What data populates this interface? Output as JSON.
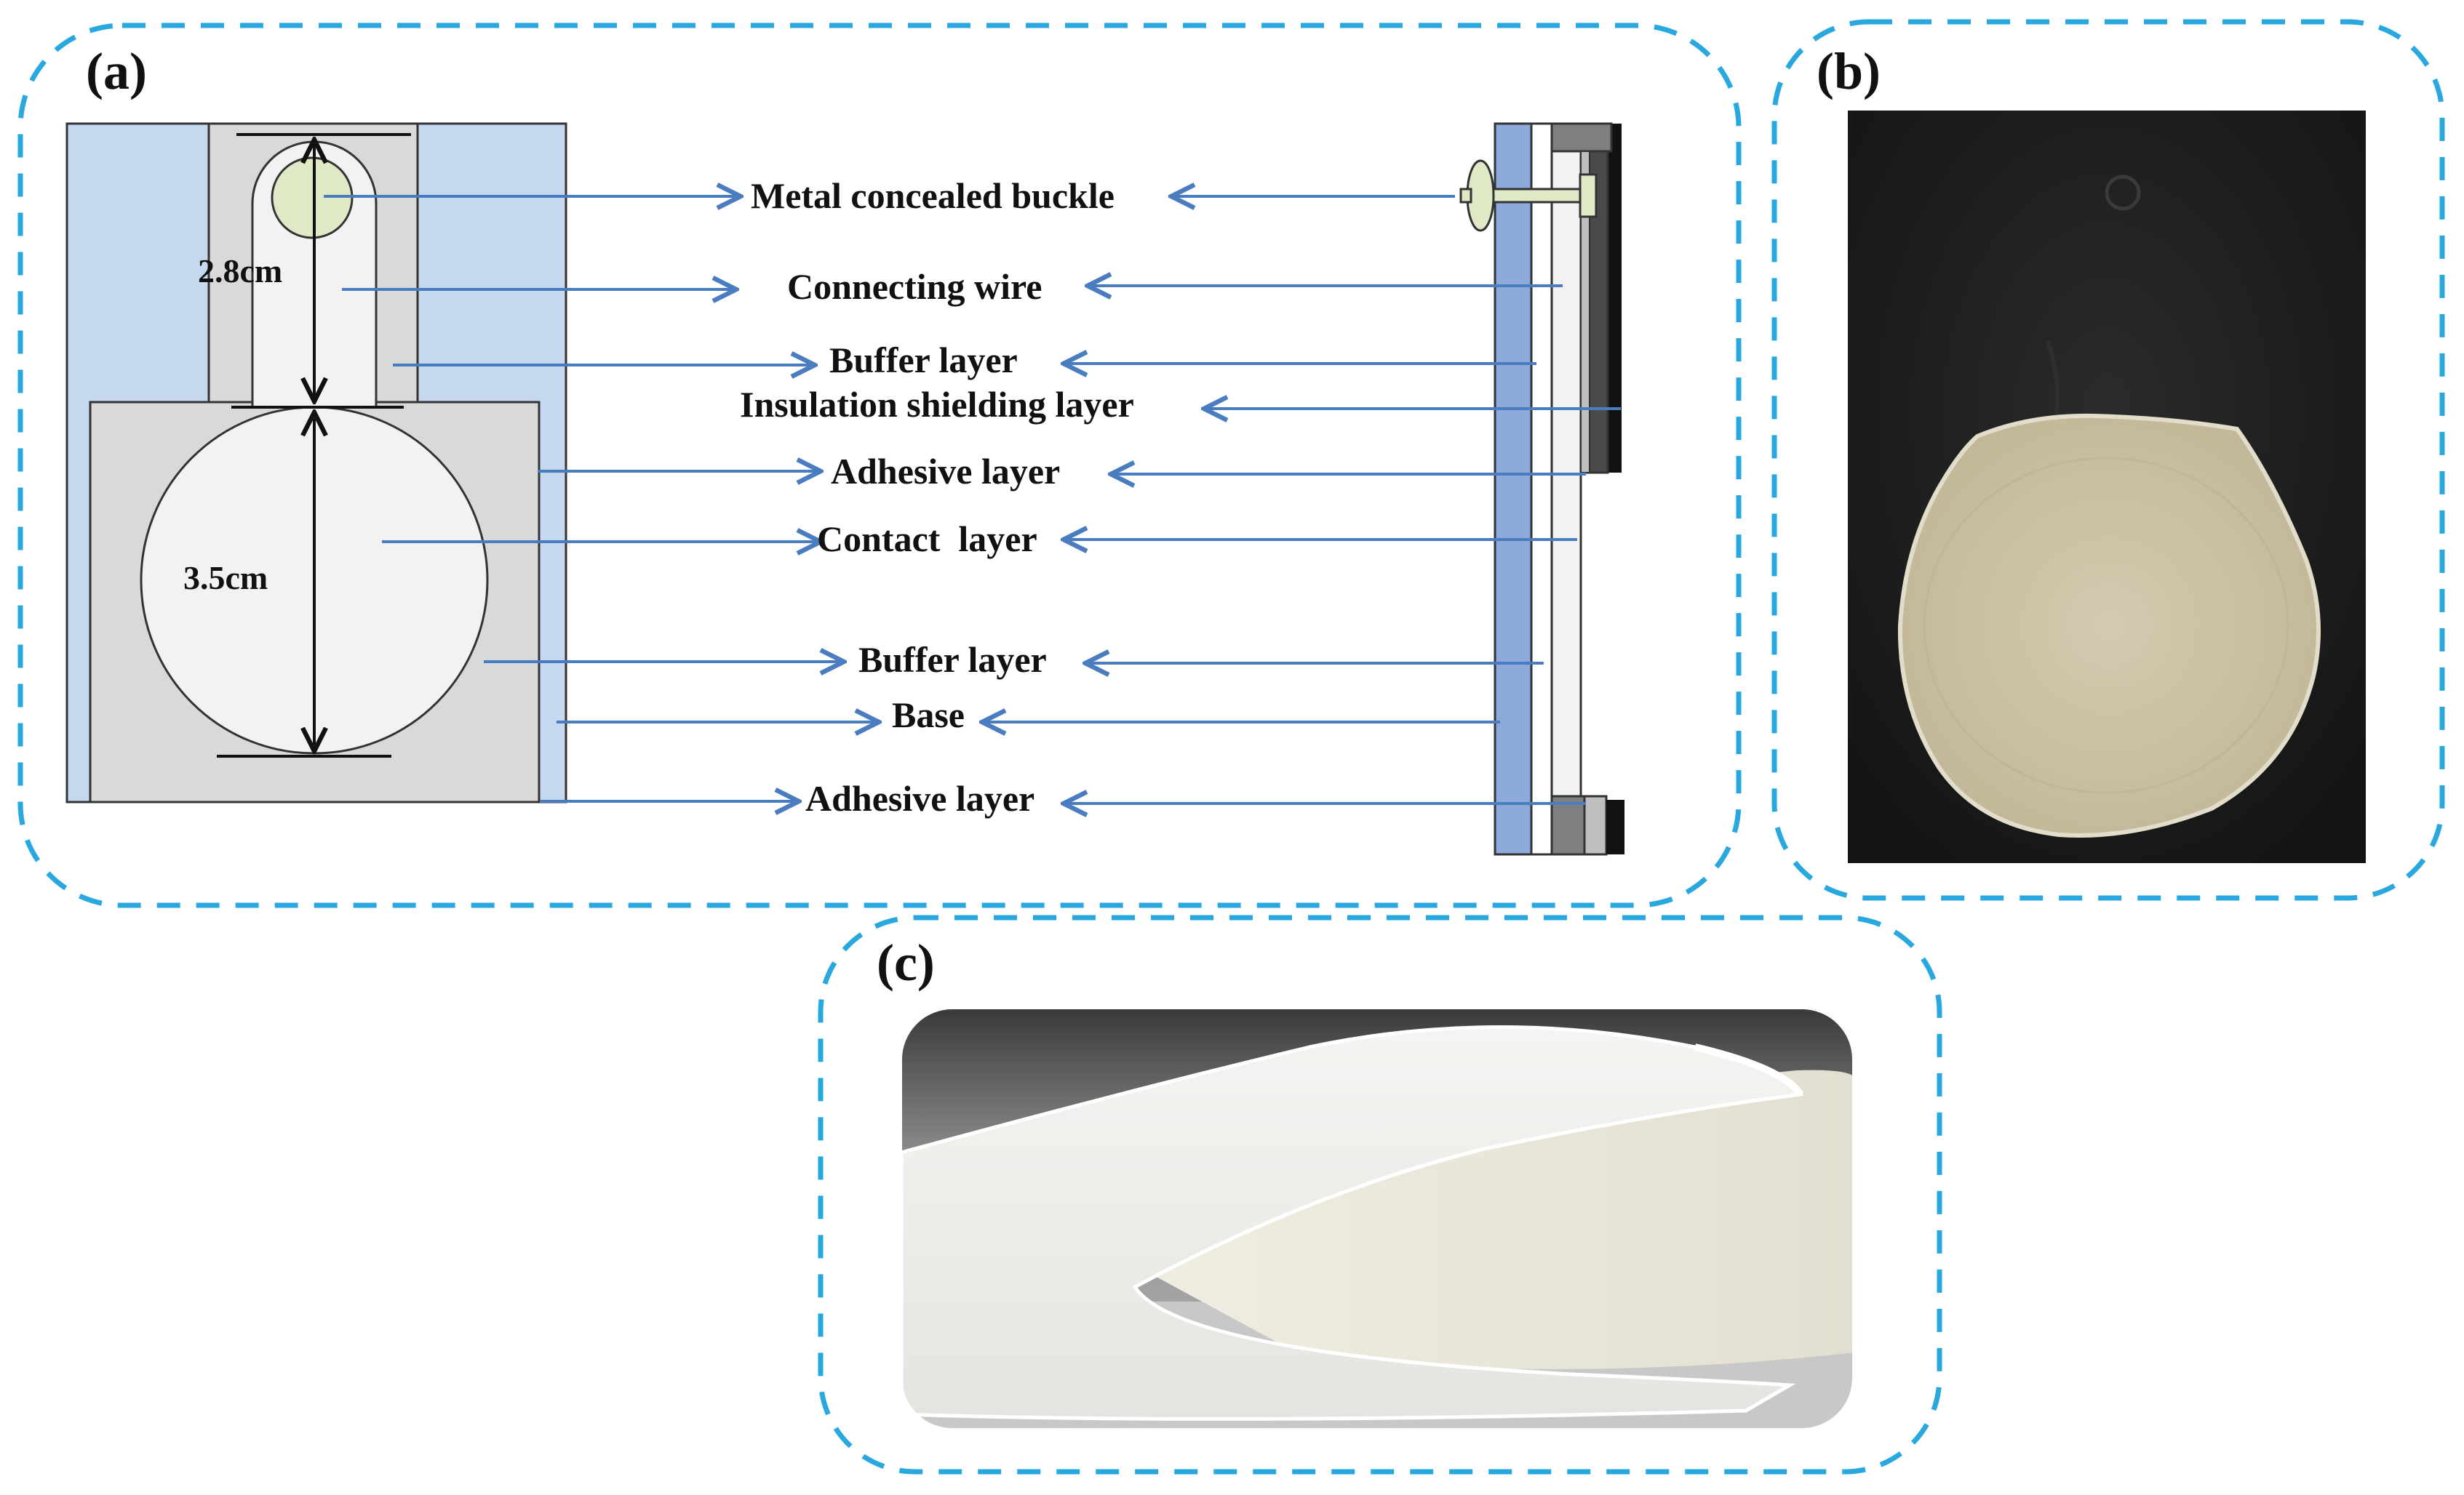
{
  "panels": {
    "a": "(a)",
    "b": "(b)",
    "c": "(c)"
  },
  "dimensions": {
    "neck": "2.8cm",
    "disc": "3.5cm"
  },
  "layers": {
    "metal_buckle": "Metal concealed buckle",
    "connecting_wire": "Connecting wire",
    "buffer_top": "Buffer layer",
    "insulation": "Insulation shielding layer",
    "adhesive_top": "Adhesive layer",
    "contact": "Contact  layer",
    "buffer_bottom": "Buffer layer",
    "base": "Base",
    "adhesive_bottom": "Adhesive layer"
  },
  "colors": {
    "dashed_border": "#29a8e0",
    "arrow": "#4a7cc0",
    "base_blue": "#c5d8f0",
    "gray_layer": "#d9d9d9",
    "contact_white": "#f2f2f2",
    "buckle_green": "#dfe9c5",
    "fabric_dark": "#1d1d1d",
    "electrode_beige": "#cdc3a6"
  }
}
